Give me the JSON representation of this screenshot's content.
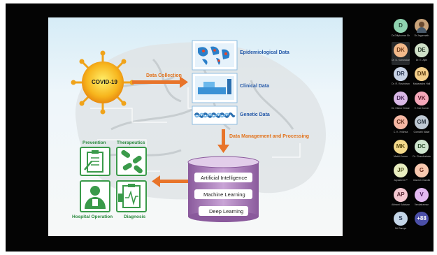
{
  "slide": {
    "virus_label": "COVID-19",
    "data_collection": "Data Collection",
    "epidemiological": "Epidemiological Data",
    "clinical": "Clinical Data",
    "genetic": "Genetic Data",
    "management": "Data Management and Processing",
    "ai": "Artificial Intelligence",
    "ml": "Machine Learning",
    "dl": "Deep Learning",
    "prevention": "Prevention",
    "therapeutics": "Therapeutics",
    "hospital": "Hospital Operation",
    "diagnosis": "Diagnosis"
  },
  "participants": [
    {
      "initials": "D",
      "name": "Dr.Dilipkumar Sharma",
      "color": "#8fd3b0",
      "text": "#2a4a3a"
    },
    {
      "initials": "",
      "name": "Dr.Jagannath",
      "photo": true,
      "color": "#c9a37a",
      "text": "#333"
    },
    {
      "initials": "DK",
      "name": "Dr. D. Karunakara",
      "color": "#f3b98a",
      "text": "#6a3a1a",
      "highlight": true
    },
    {
      "initials": "DE",
      "name": "Dr. E. Ajith",
      "color": "#cfe0c8",
      "text": "#2a3a2a"
    },
    {
      "initials": "DR",
      "name": "Dr. R. Ravindran",
      "color": "#c8d3e6",
      "text": "#2a3550"
    },
    {
      "initials": "DM",
      "name": "Maharasha Hall",
      "color": "#f4cf8a",
      "text": "#5a3a10"
    },
    {
      "initials": "DK",
      "name": "Dr. Kishor Khanna",
      "color": "#d9b8e6",
      "text": "#4a2a5a"
    },
    {
      "initials": "VK",
      "name": "V. Kar Kumar",
      "color": "#f4a7b9",
      "text": "#5a1a2a"
    },
    {
      "initials": "CK",
      "name": "C. K. Krishna",
      "color": "#f6b8a4",
      "text": "#5a2a1a"
    },
    {
      "initials": "GM",
      "name": "Gomathi Malar",
      "color": "#bfc9d4",
      "text": "#2a3540"
    },
    {
      "initials": "MK",
      "name": "Mathi Kumar",
      "color": "#f3d98a",
      "text": "#5a4a10"
    },
    {
      "initials": "DC",
      "name": "Dr. Chandrakala",
      "color": "#cfe6cf",
      "text": "#2a4a2a"
    },
    {
      "initials": "JP",
      "name": "Jayashree P",
      "color": "#e9eec0",
      "text": "#4a4a1a"
    },
    {
      "initials": "G",
      "name": "Ganesh Gandhi",
      "color": "#f9c9b0",
      "text": "#6a2a1a"
    },
    {
      "initials": "AP",
      "name": "Abirami Kalaivani Pg",
      "color": "#f3c7d0",
      "text": "#5a2a35"
    },
    {
      "initials": "V",
      "name": "Venkatraman",
      "color": "#e3b8f0",
      "text": "#4a1a5a"
    },
    {
      "initials": "S",
      "name": "Sri Ramya",
      "color": "#c4d6e8",
      "text": "#2a3a55"
    },
    {
      "initials": "+88",
      "name": "",
      "color": "#4b4fa8",
      "text": "#ffffff"
    }
  ],
  "colors": {
    "accent_orange": "#e8742a",
    "accent_green": "#3a9a4a",
    "accent_blue": "#2458a8"
  }
}
